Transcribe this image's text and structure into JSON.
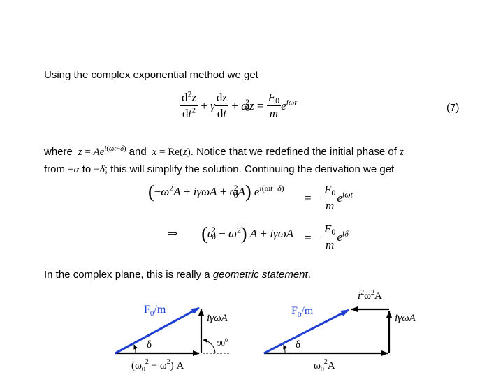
{
  "text": {
    "intro": "Using the complex exponential method we get",
    "where_word": "where",
    "and_word": "and",
    "notice_text": ". Notice that we redefined the initial phase of",
    "from_word": "from",
    "to_word": "to",
    "simplify_text": "; this will simplify the solution. Continuing the derivation we get",
    "geo_prefix": "In the complex plane, this is really a",
    "geo_italic": "geometric statement",
    "geo_suffix": "."
  },
  "equation": {
    "number": "(7)"
  },
  "diagrams": {
    "left": {
      "hyp_label": "F",
      "hyp_sub": "0",
      "hyp_tail": "/m",
      "vert_label": "iγωA",
      "angle_label": "δ",
      "right_angle": "90",
      "right_angle_sup": "0",
      "base_label": "(ω",
      "base_sub": "0",
      "base_sup": "2",
      "base_mid": " − ω",
      "base_sup2": "2",
      "base_tail": ") A"
    },
    "right": {
      "hyp_label": "F",
      "hyp_sub": "0",
      "hyp_tail": "/m",
      "top_label": "i",
      "top_sup": "2",
      "top_mid": "ω",
      "top_sup2": "2",
      "top_tail": "A",
      "vert_label": "iγωA",
      "angle_label": "δ",
      "base_label": "ω",
      "base_sub": "0",
      "base_sup": "2",
      "base_tail": "A"
    },
    "colors": {
      "hypotenuse": "#1f3fd4",
      "lines": "#000000"
    }
  }
}
